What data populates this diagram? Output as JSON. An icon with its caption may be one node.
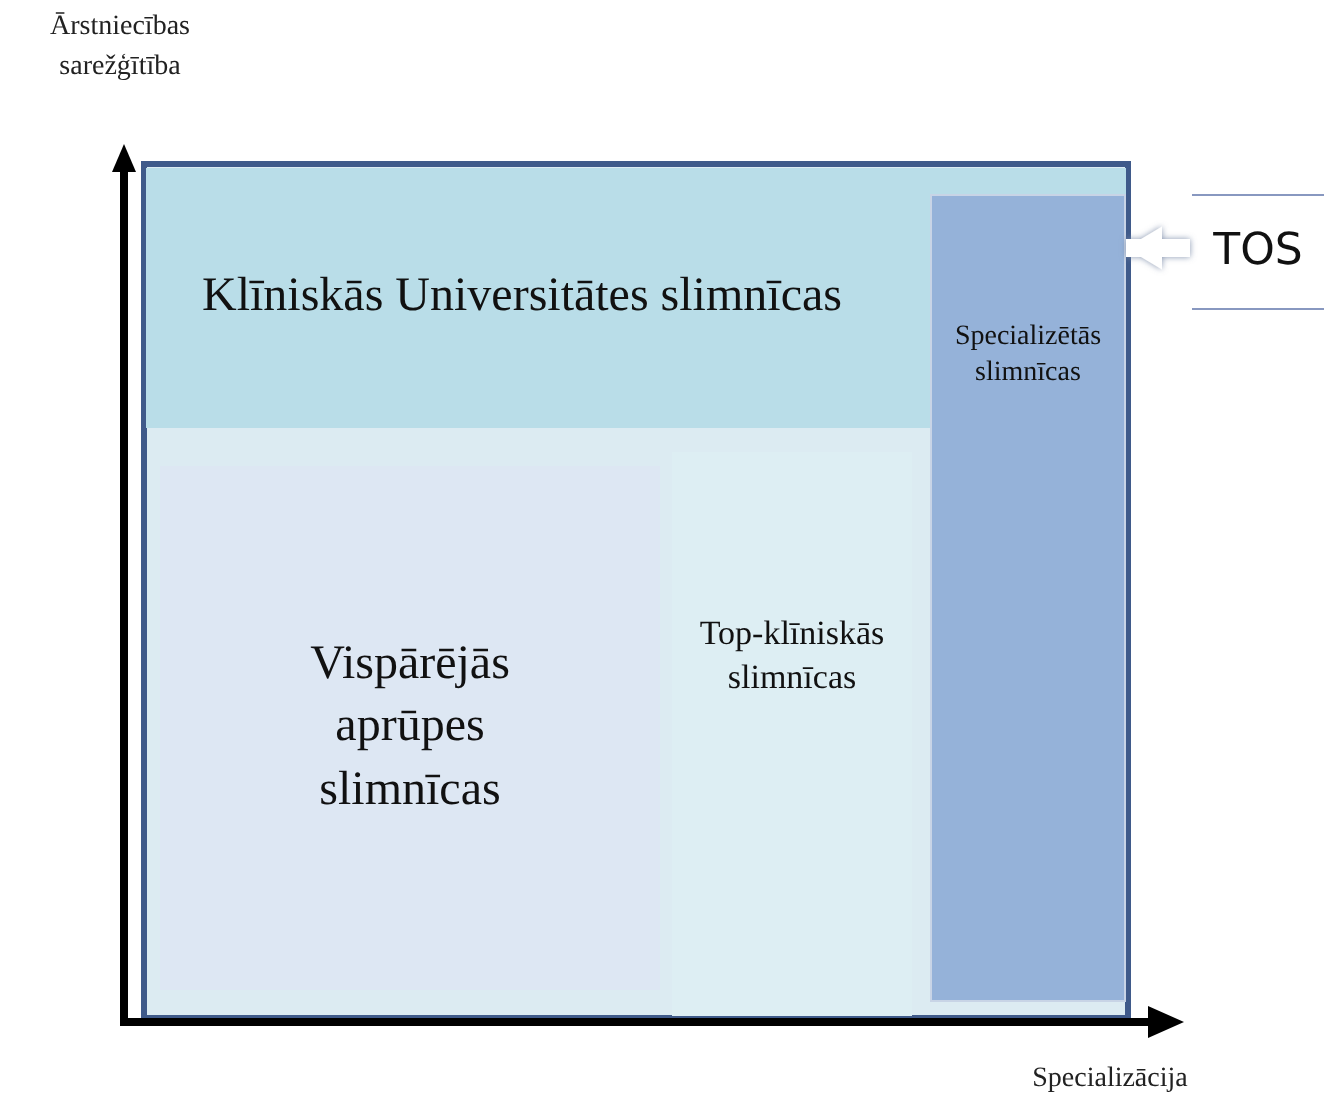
{
  "diagram": {
    "nodes": [
      {
        "text": [
          "Klīniskās Universitātes slimnīcas"
        ]
      },
      {
        "text": [
          "Vispārējās aprūpes slimnīcas"
        ]
      },
      {
        "text": [
          "Top-klīniskās slimnīcas"
        ]
      },
      {
        "text": [
          "Specializētās slimnīcas"
        ]
      },
      {
        "text": [
          "TOS"
        ]
      }
    ],
    "edges": [
      {
        "from": 4,
        "to": 3,
        "arrow": "to",
        "color": "#ffffff"
      }
    ],
    "labels": [
      "Ārstniecības sarežģītība",
      "Specializācija"
    ]
  }
}
